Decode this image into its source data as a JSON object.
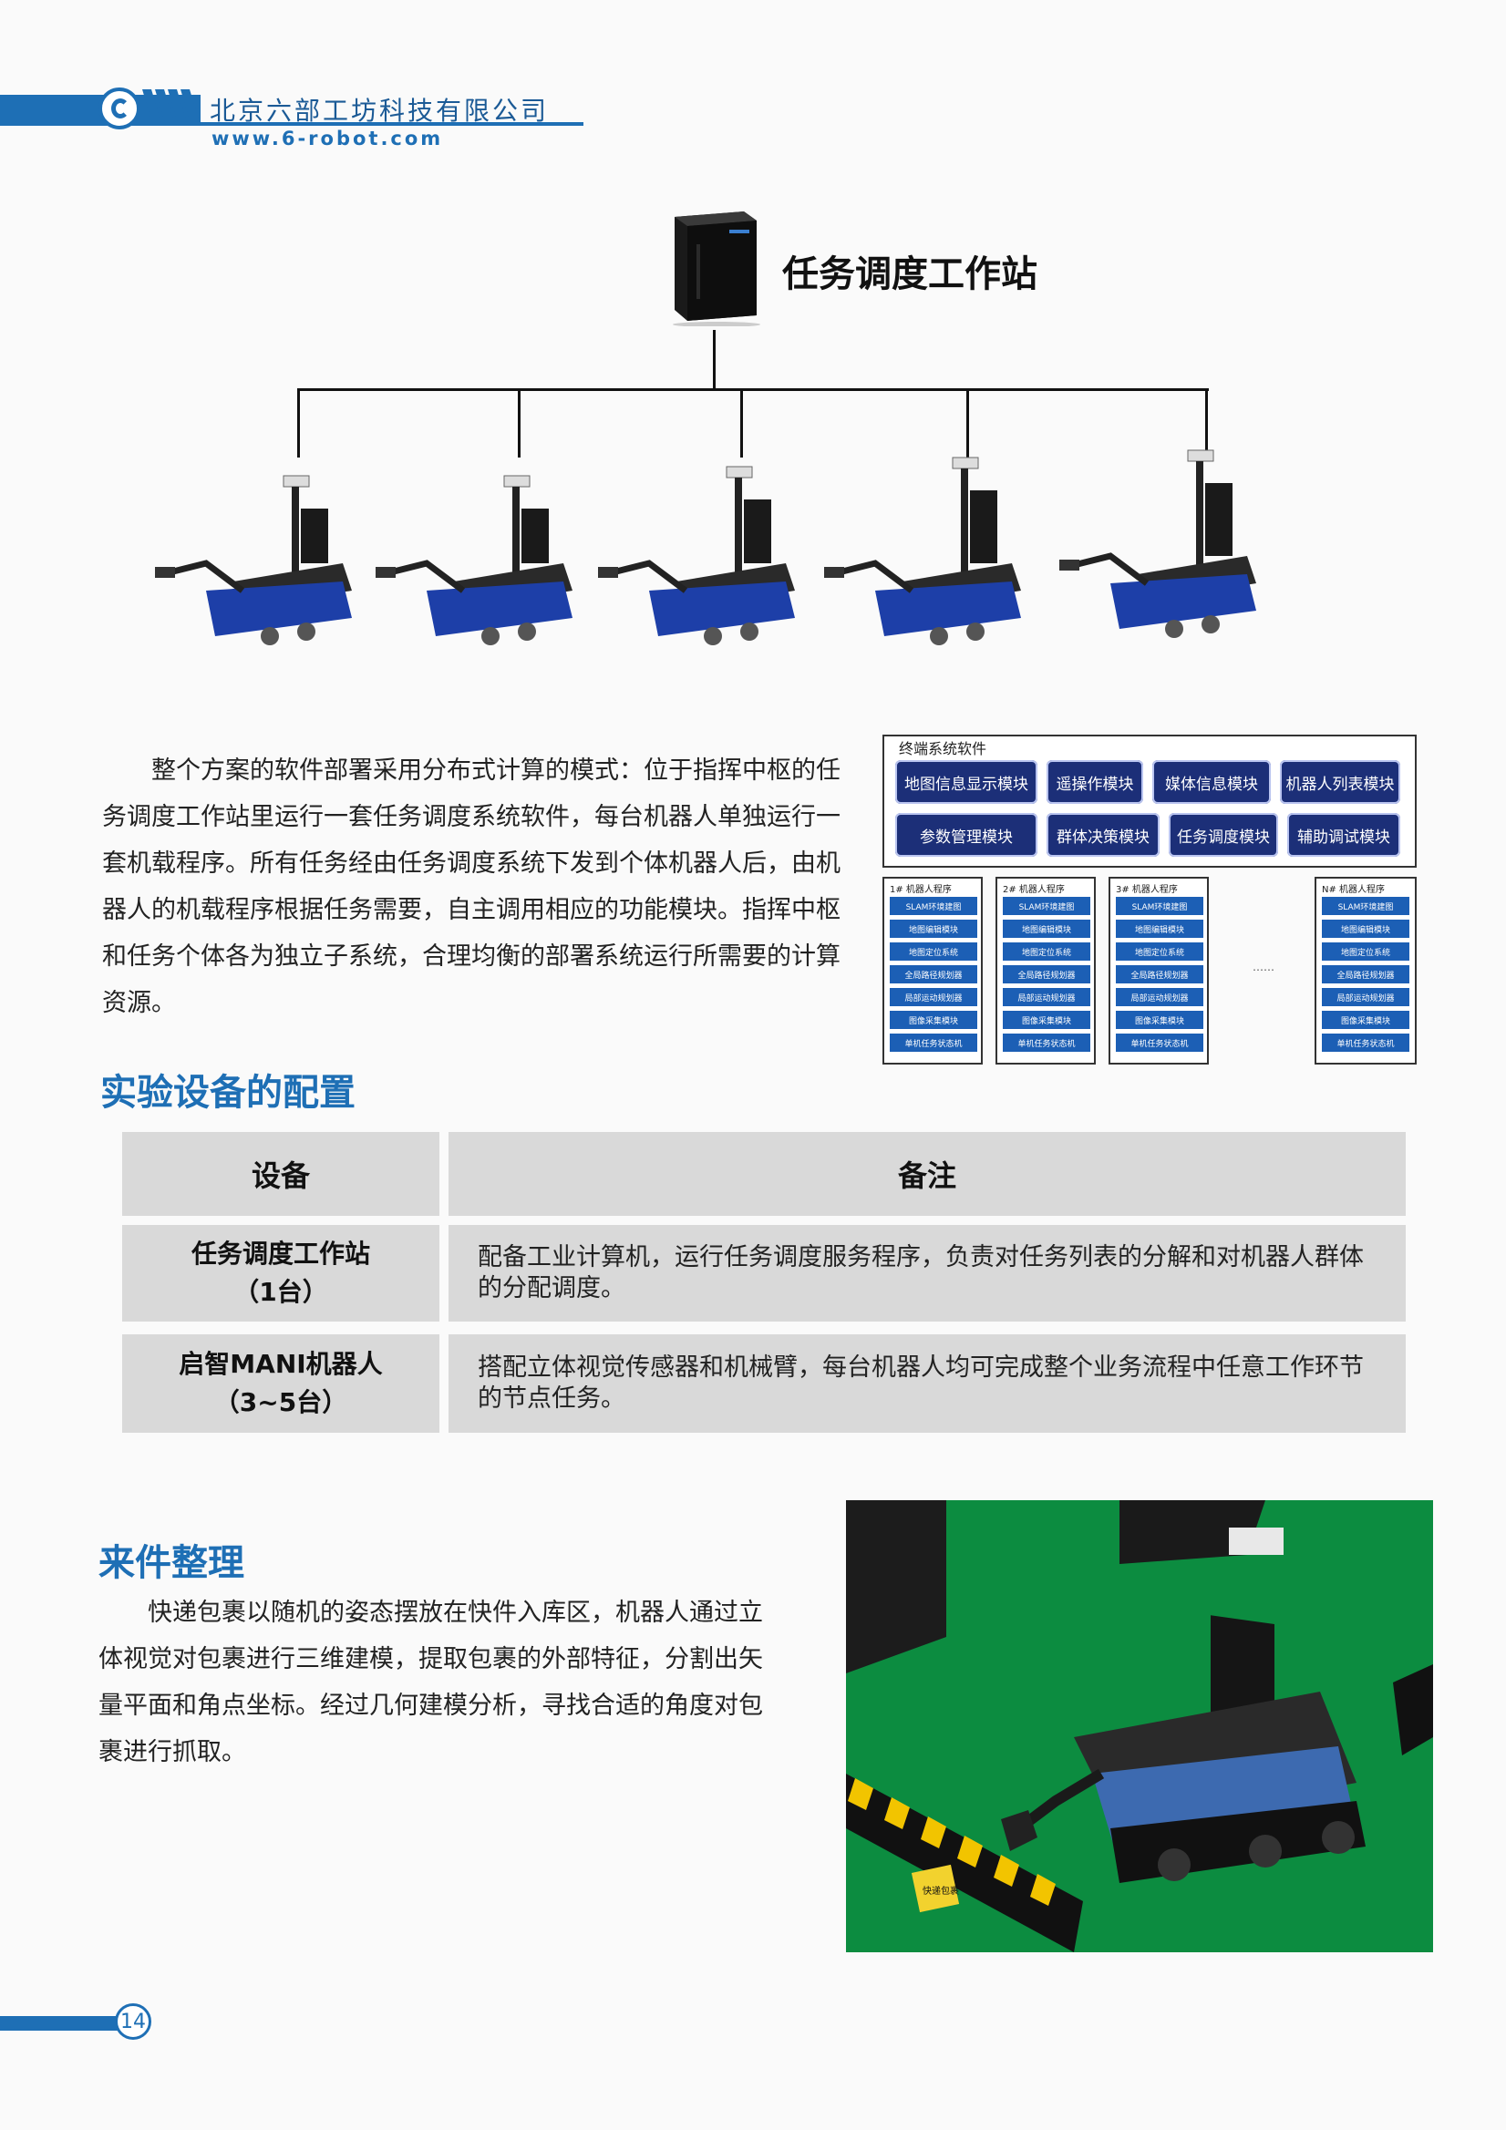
{
  "header": {
    "company": "北京六部工坊科技有限公司",
    "url": "www.6-robot.com"
  },
  "diagram": {
    "station_title": "任务调度工作站"
  },
  "intro_text": "整个方案的软件部署采用分布式计算的模式：位于指挥中枢的任务调度工作站里运行一套任务调度系统软件，每台机器人单独运行一套机载程序。所有任务经由任务调度系统下发到个体机器人后，由机器人的机载程序根据任务需要，自主调用相应的功能模块。指挥中枢和任务个体各为独立子系统，合理均衡的部署系统运行所需要的计算资源。",
  "software": {
    "title": "终端系统软件",
    "modules_row1": [
      "地图信息显示模块",
      "遥操作模块",
      "媒体信息模块",
      "机器人列表模块"
    ],
    "modules_row2": [
      "参数管理模块",
      "群体决策模块",
      "任务调度模块",
      "辅助调试模块"
    ],
    "robots": [
      {
        "title": "1# 机器人程序",
        "modules": [
          "SLAM环境建图",
          "地图编辑模块",
          "地图定位系统",
          "全局路径规划器",
          "局部运动规划器",
          "图像采集模块",
          "单机任务状态机"
        ]
      },
      {
        "title": "2# 机器人程序",
        "modules": [
          "SLAM环境建图",
          "地图编辑模块",
          "地图定位系统",
          "全局路径规划器",
          "局部运动规划器",
          "图像采集模块",
          "单机任务状态机"
        ]
      },
      {
        "title": "3# 机器人程序",
        "modules": [
          "SLAM环境建图",
          "地图编辑模块",
          "地图定位系统",
          "全局路径规划器",
          "局部运动规划器",
          "图像采集模块",
          "单机任务状态机"
        ]
      },
      {
        "title": "N# 机器人程序",
        "modules": [
          "SLAM环境建图",
          "地图编辑模块",
          "地图定位系统",
          "全局路径规划器",
          "局部运动规划器",
          "图像采集模块",
          "单机任务状态机"
        ]
      }
    ],
    "ellipsis": "……"
  },
  "equipment": {
    "title": "实验设备的配置",
    "headers": [
      "设备",
      "备注"
    ],
    "rows": [
      {
        "name": "任务调度工作站",
        "qty": "（1台）",
        "note": "配备工业计算机，运行任务调度服务程序，负责对任务列表的分解和对机器人群体的分配调度。"
      },
      {
        "name": "启智MANI机器人",
        "qty": "（3~5台）",
        "note": "搭配立体视觉传感器和机械臂，每台机器人均可完成整个业务流程中任意工作环节的节点任务。"
      }
    ]
  },
  "section2": {
    "title": "来件整理",
    "text": "快递包裹以随机的姿态摆放在快件入库区，机器人通过立体视觉对包裹进行三维建模，提取包裹的外部特征，分割出矢量平面和角点坐标。经过几何建模分析，寻找合适的角度对包裹进行抓取。",
    "box_label": "快递包裹"
  },
  "footer": {
    "page_number": "14"
  },
  "colors": {
    "brand_blue": "#1e6fb5",
    "module_navy": "#1c2f78",
    "table_gray": "#d9d9d9",
    "floor_green": "#0f8a43"
  }
}
